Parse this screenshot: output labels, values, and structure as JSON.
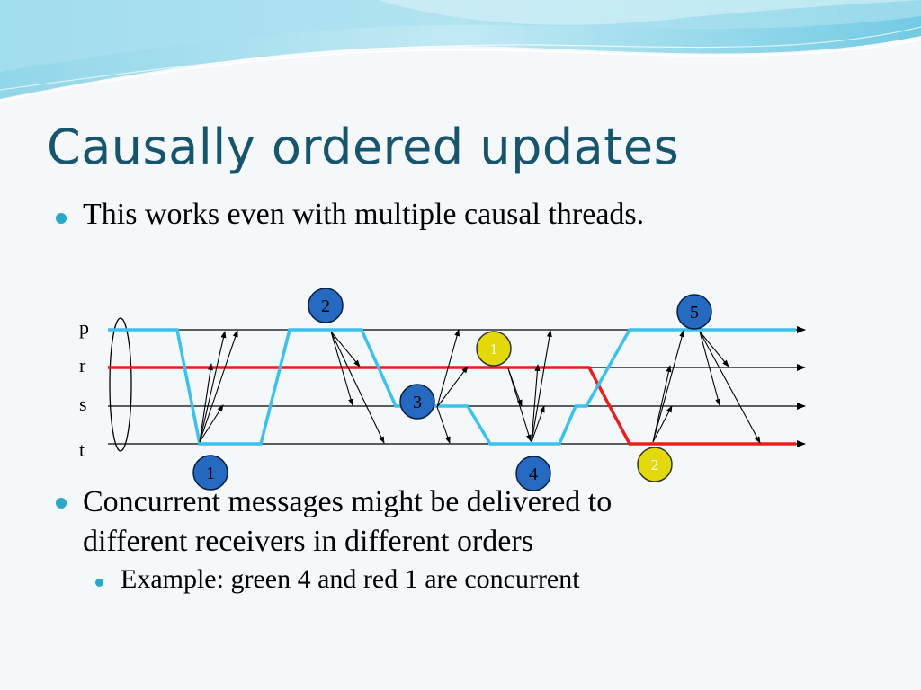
{
  "slide": {
    "title": "Causally ordered updates",
    "bullets": [
      "This works even with multiple causal threads.",
      "Concurrent messages might be delivered to different receivers in different orders",
      "Example: green 4 and red 1 are concurrent"
    ],
    "bullet_lines": {
      "b2_line1": "Concurrent messages might be delivered to",
      "b2_line2": "different receivers in different orders"
    }
  },
  "diagram": {
    "processes": [
      "p",
      "r",
      "s",
      "t"
    ],
    "badges": [
      {
        "id": "blue-1",
        "label": "1",
        "color": "#2569c0"
      },
      {
        "id": "blue-2",
        "label": "2",
        "color": "#2569c0"
      },
      {
        "id": "blue-3",
        "label": "3",
        "color": "#2569c0"
      },
      {
        "id": "blue-4",
        "label": "4",
        "color": "#2569c0"
      },
      {
        "id": "blue-5",
        "label": "5",
        "color": "#2569c0"
      },
      {
        "id": "yellow-1",
        "label": "1",
        "color": "#e3d90a"
      },
      {
        "id": "yellow-2",
        "label": "2",
        "color": "#e3d90a"
      }
    ],
    "colors": {
      "blue_thread": "#3cc0ec",
      "red_thread": "#e8201c",
      "title": "#17546e",
      "bullet": "#2aa7c9"
    }
  }
}
